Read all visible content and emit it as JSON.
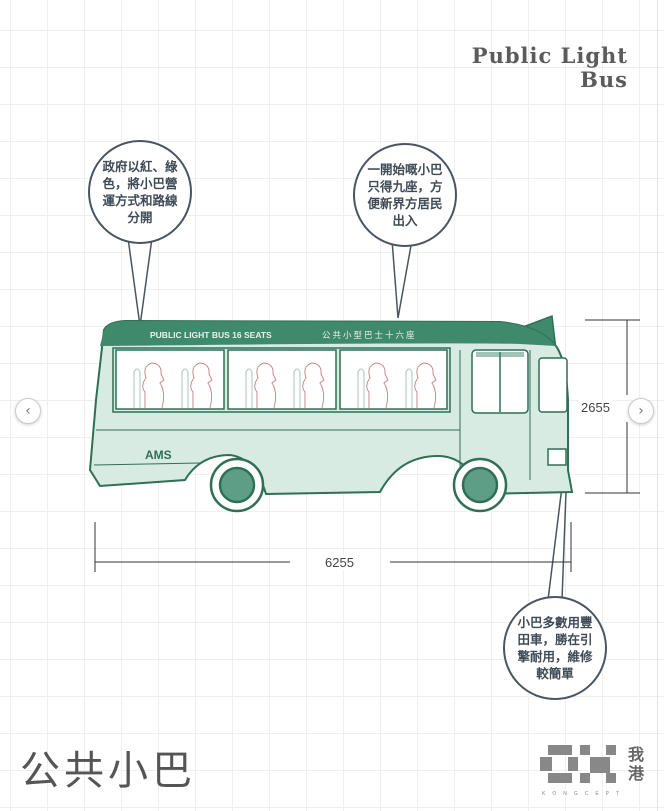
{
  "title": {
    "line1": "Public Light",
    "line2": "Bus"
  },
  "bubbles": [
    {
      "text": "政府以紅、綠色，將小巴營運方式和路線分開"
    },
    {
      "text": "一開始嘅小巴只得九座，方便新界方居民出入"
    },
    {
      "text": "小巴多數用豐田車，勝在引擎耐用，維修較簡單"
    }
  ],
  "bus": {
    "roof_label": "PUBLIC LIGHT BUS 16 SEATS",
    "roof_label_cn": "公共小型巴士十六座",
    "company": "AMS",
    "body_color": "#d8ebe2",
    "trim_color": "#3f8a6c"
  },
  "dimensions": {
    "length": "6255",
    "height": "2655"
  },
  "bottom_title": "公共小巴",
  "logo": {
    "cn": "我港",
    "en": "KONGCEPT"
  },
  "nav": {
    "prev": "‹",
    "next": "›"
  }
}
